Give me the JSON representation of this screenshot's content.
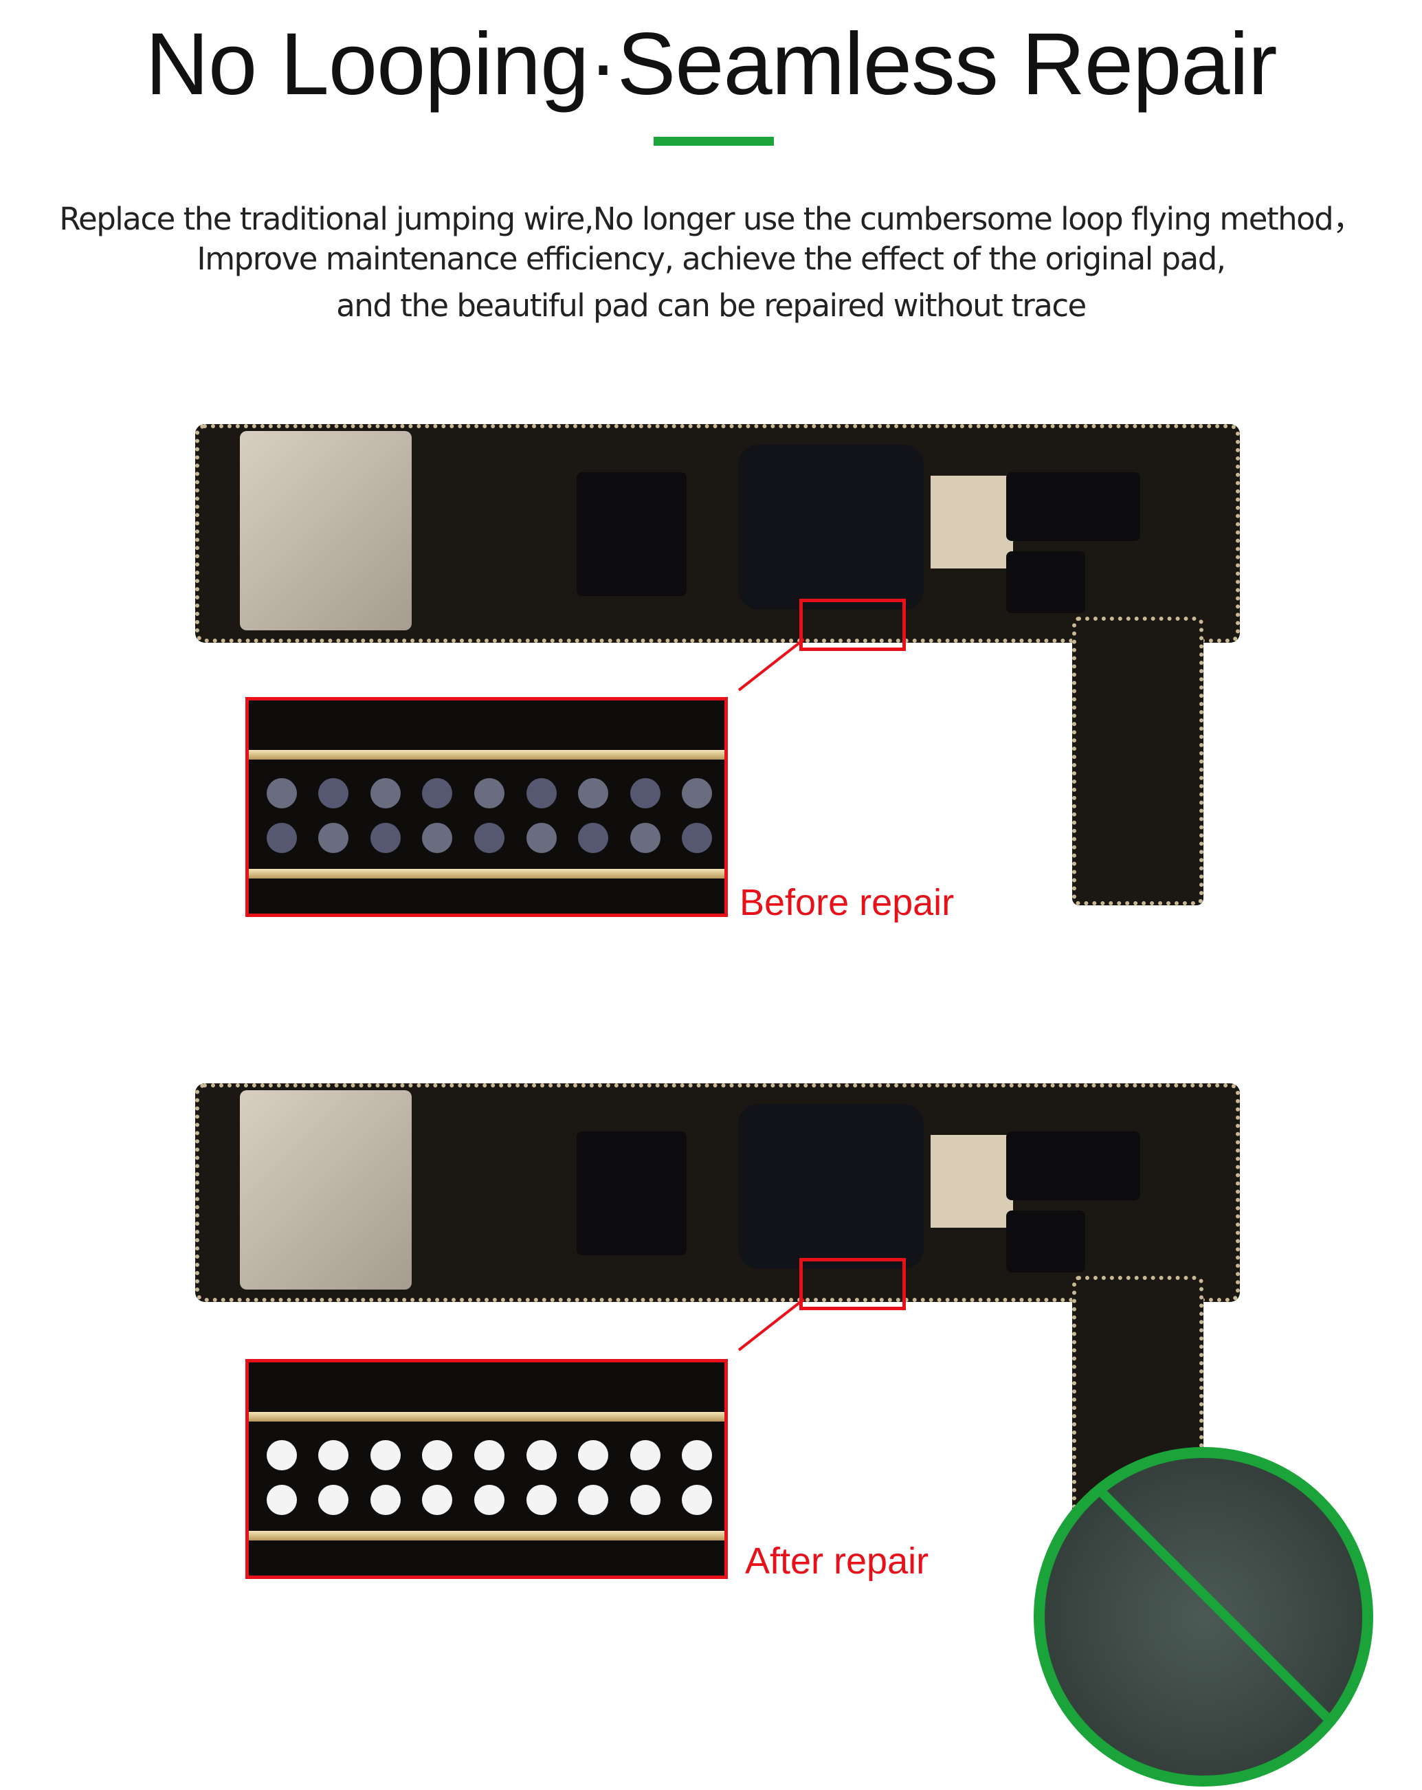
{
  "title": "No Looping·Seamless Repair",
  "subtitle_lines": [
    "Replace the traditional jumping wire,No longer use the cumbersome loop flying method，",
    "Improve maintenance efficiency, achieve the effect of the original pad,",
    "and the beautiful pad can be repaired without trace"
  ],
  "before_label": "Before repair",
  "after_label": "After repair",
  "colors": {
    "accent_green": "#1aa43a",
    "highlight_red": "#e8111a"
  }
}
